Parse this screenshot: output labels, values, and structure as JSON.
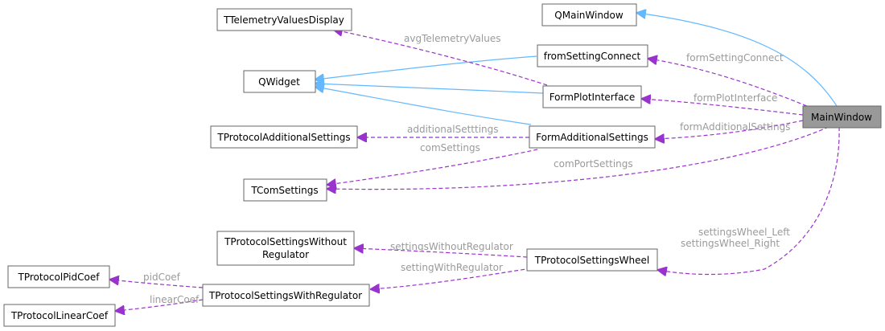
{
  "nodes": {
    "mainwindow": "MainWindow",
    "qmainwindow": "QMainWindow",
    "telemetry": "TTelemetryValuesDisplay",
    "fromsetting": "fromSettingConnect",
    "qwidget": "QWidget",
    "formplot": "FormPlotInterface",
    "protadd": "TProtocolAdditionalSettings",
    "formadd": "FormAdditionalSettings",
    "comsettings": "TComSettings",
    "withoutreg_l1": "TProtocolSettingsWithout",
    "withoutreg_l2": "Regulator",
    "wheel": "TProtocolSettingsWheel",
    "pidcoef": "TProtocolPidCoef",
    "withreg": "TProtocolSettingsWithRegulator",
    "linearcoef": "TProtocolLinearCoef"
  },
  "edge_labels": {
    "avg_telemetry": "avgTelemetryValues",
    "form_setting_connect": "formSettingConnect",
    "form_plot_interface": "formPlotInterface",
    "additional_settings": "additionalSetttings",
    "form_additional_settings": "formAdditionalSettings",
    "com_settings": "comSettings",
    "com_port_settings": "comPortSettings",
    "wheel_left": "settingsWheel_Left",
    "wheel_right": "settingsWheel_Right",
    "without_regulator": "settingsWithoutRegulator",
    "with_regulator": "settingWithRegulator",
    "pid_coef": "pidCoef",
    "linear_coef": "linearCoef"
  },
  "colors": {
    "inheritance": "#63b8ff",
    "usage": "#9a32cd",
    "focus_fill": "#999999",
    "label": "#9a9a9a"
  }
}
